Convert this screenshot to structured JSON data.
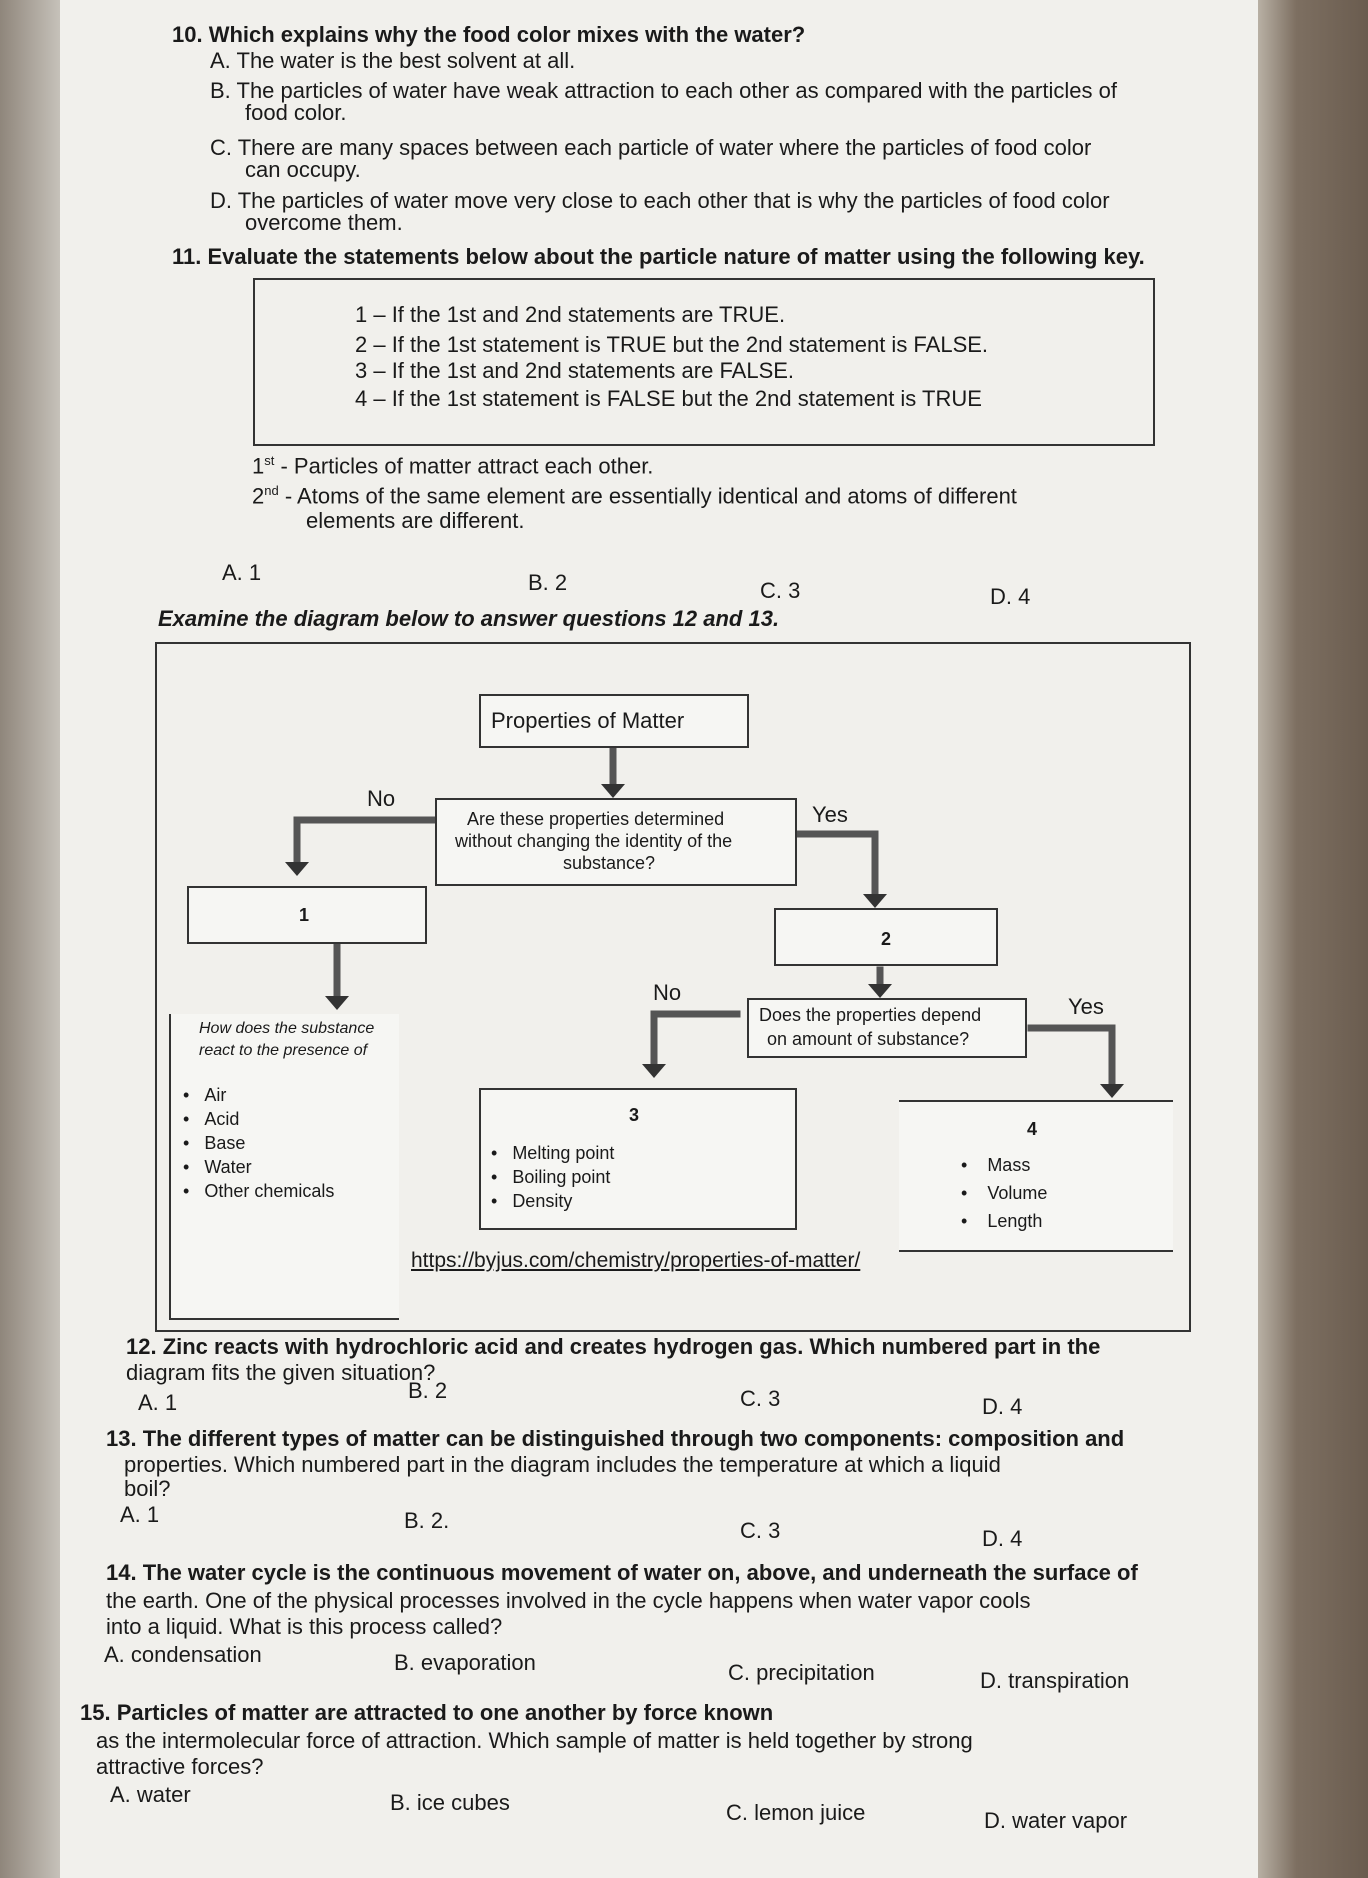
{
  "q10": {
    "stem": "10. Which explains why the food color mixes with the water?",
    "a": "A.  The water is the best solvent at all.",
    "b1": "B.  The particles of water have weak attraction to each other as compared with the particles of",
    "b2": "food color.",
    "c1": "C.  There are many spaces between each particle of water where the particles of food color",
    "c2": "can occupy.",
    "d1": "D.  The particles of water move very close to each other that is why the particles of food color",
    "d2": "overcome them."
  },
  "q11": {
    "stem": "11. Evaluate the statements below about the particle nature of matter using the following key.",
    "key1": "1 – If the 1st and 2nd statements are TRUE.",
    "key2": "2 – If the 1st statement is TRUE but the 2nd statement is FALSE.",
    "key3": "3 – If the 1st and 2nd statements are FALSE.",
    "key4": "4 – If the 1st statement is FALSE but the 2nd statement is TRUE",
    "s1_num": "1",
    "s1_sup": "st",
    "s1_text": " -   Particles of matter attract each other.",
    "s2_num": "2",
    "s2_sup": "nd",
    "s2_text": " -  Atoms of the same element are essentially identical and atoms of different",
    "s2_text2": "elements are different.",
    "a": "A. 1",
    "b": "B. 2",
    "c": "C. 3",
    "d": "D. 4"
  },
  "examine": "Examine the diagram below to answer questions 12 and 13.",
  "diagram": {
    "title": "Properties of Matter",
    "q1_l1": "Are these properties determined",
    "q1_l2": "without changing the identity of the",
    "q1_l3": "substance?",
    "no1": "No",
    "yes1": "Yes",
    "box1": "1",
    "box2": "2",
    "no2": "No",
    "yes2": "Yes",
    "q2_l1": "Does the properties depend",
    "q2_l2": "on amount of substance?",
    "react_l1": "How does the substance",
    "react_l2": "react to the presence of",
    "react_items": [
      "Air",
      "Acid",
      "Base",
      "Water",
      "Other chemicals"
    ],
    "box3": "3",
    "box3_items": [
      "Melting point",
      "Boiling point",
      "Density"
    ],
    "box4": "4",
    "box4_items": [
      "Mass",
      "Volume",
      "Length"
    ],
    "url": "https://byjus.com/chemistry/properties-of-matter/"
  },
  "q12": {
    "stem1": "12. Zinc reacts with hydrochloric acid and creates hydrogen gas. Which numbered part in the",
    "stem2": "diagram fits the given situation?",
    "a": "A. 1",
    "b": "B. 2",
    "c": "C. 3",
    "d": "D. 4"
  },
  "q13": {
    "stem1": "13.  The different types of matter can be distinguished through two components: composition and",
    "stem2": "properties.  Which numbered part in the diagram includes the temperature at which a liquid",
    "stem3": "boil?",
    "a": "A. 1",
    "b": "B. 2.",
    "c": "C. 3",
    "d": "D. 4"
  },
  "q14": {
    "stem1": "14. The water cycle is the continuous movement of water on, above, and underneath the surface of",
    "stem2": "the earth. One of the physical processes involved in the cycle happens when water vapor cools",
    "stem3": "into a liquid. What is this process called?",
    "a": "A. condensation",
    "b": "B. evaporation",
    "c": "C. precipitation",
    "d": "D. transpiration"
  },
  "q15": {
    "stem1": "15. Particles of matter are attracted to one another by force known",
    "stem2": "as the intermolecular force of attraction.  Which sample of matter is held together by strong",
    "stem3": "attractive forces?",
    "a": "A. water",
    "b": "B. ice cubes",
    "c": "C. lemon juice",
    "d": "D. water vapor"
  }
}
